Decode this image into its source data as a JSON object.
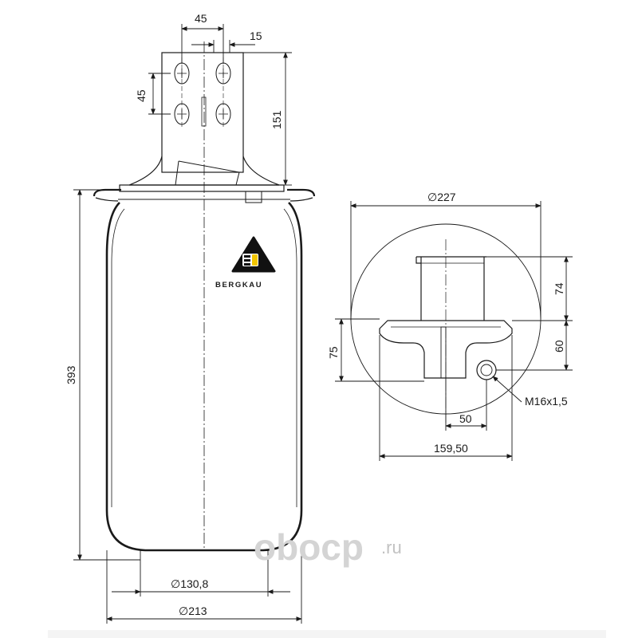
{
  "drawing": {
    "front_view": {
      "dim_bolt_spacing_horizontal": "45",
      "dim_bolt_offset": "15",
      "dim_bolt_spacing_vertical": "45",
      "dim_bracket_height": "151",
      "dim_total_height": "393",
      "dim_bottom_inner_diameter": "∅130,8",
      "dim_overall_diameter": "∅213"
    },
    "top_view": {
      "dim_top_diameter": "∅227",
      "dim_bracket_top": "74",
      "dim_stud_height": "60",
      "dim_plate_height": "75",
      "dim_thread_label": "M16x1,5",
      "dim_stud_offset": "50",
      "dim_stud_position": "159,50"
    }
  },
  "logo": {
    "brand_name": "BERGKAU",
    "colors": {
      "triangle": "#111111",
      "accent": "#f2c500"
    }
  },
  "watermark": {
    "text": "oboср",
    "suffix": ".ru",
    "color": "#d4d4d4"
  },
  "colors": {
    "line": "#1a1a1a",
    "background": "#ffffff"
  }
}
